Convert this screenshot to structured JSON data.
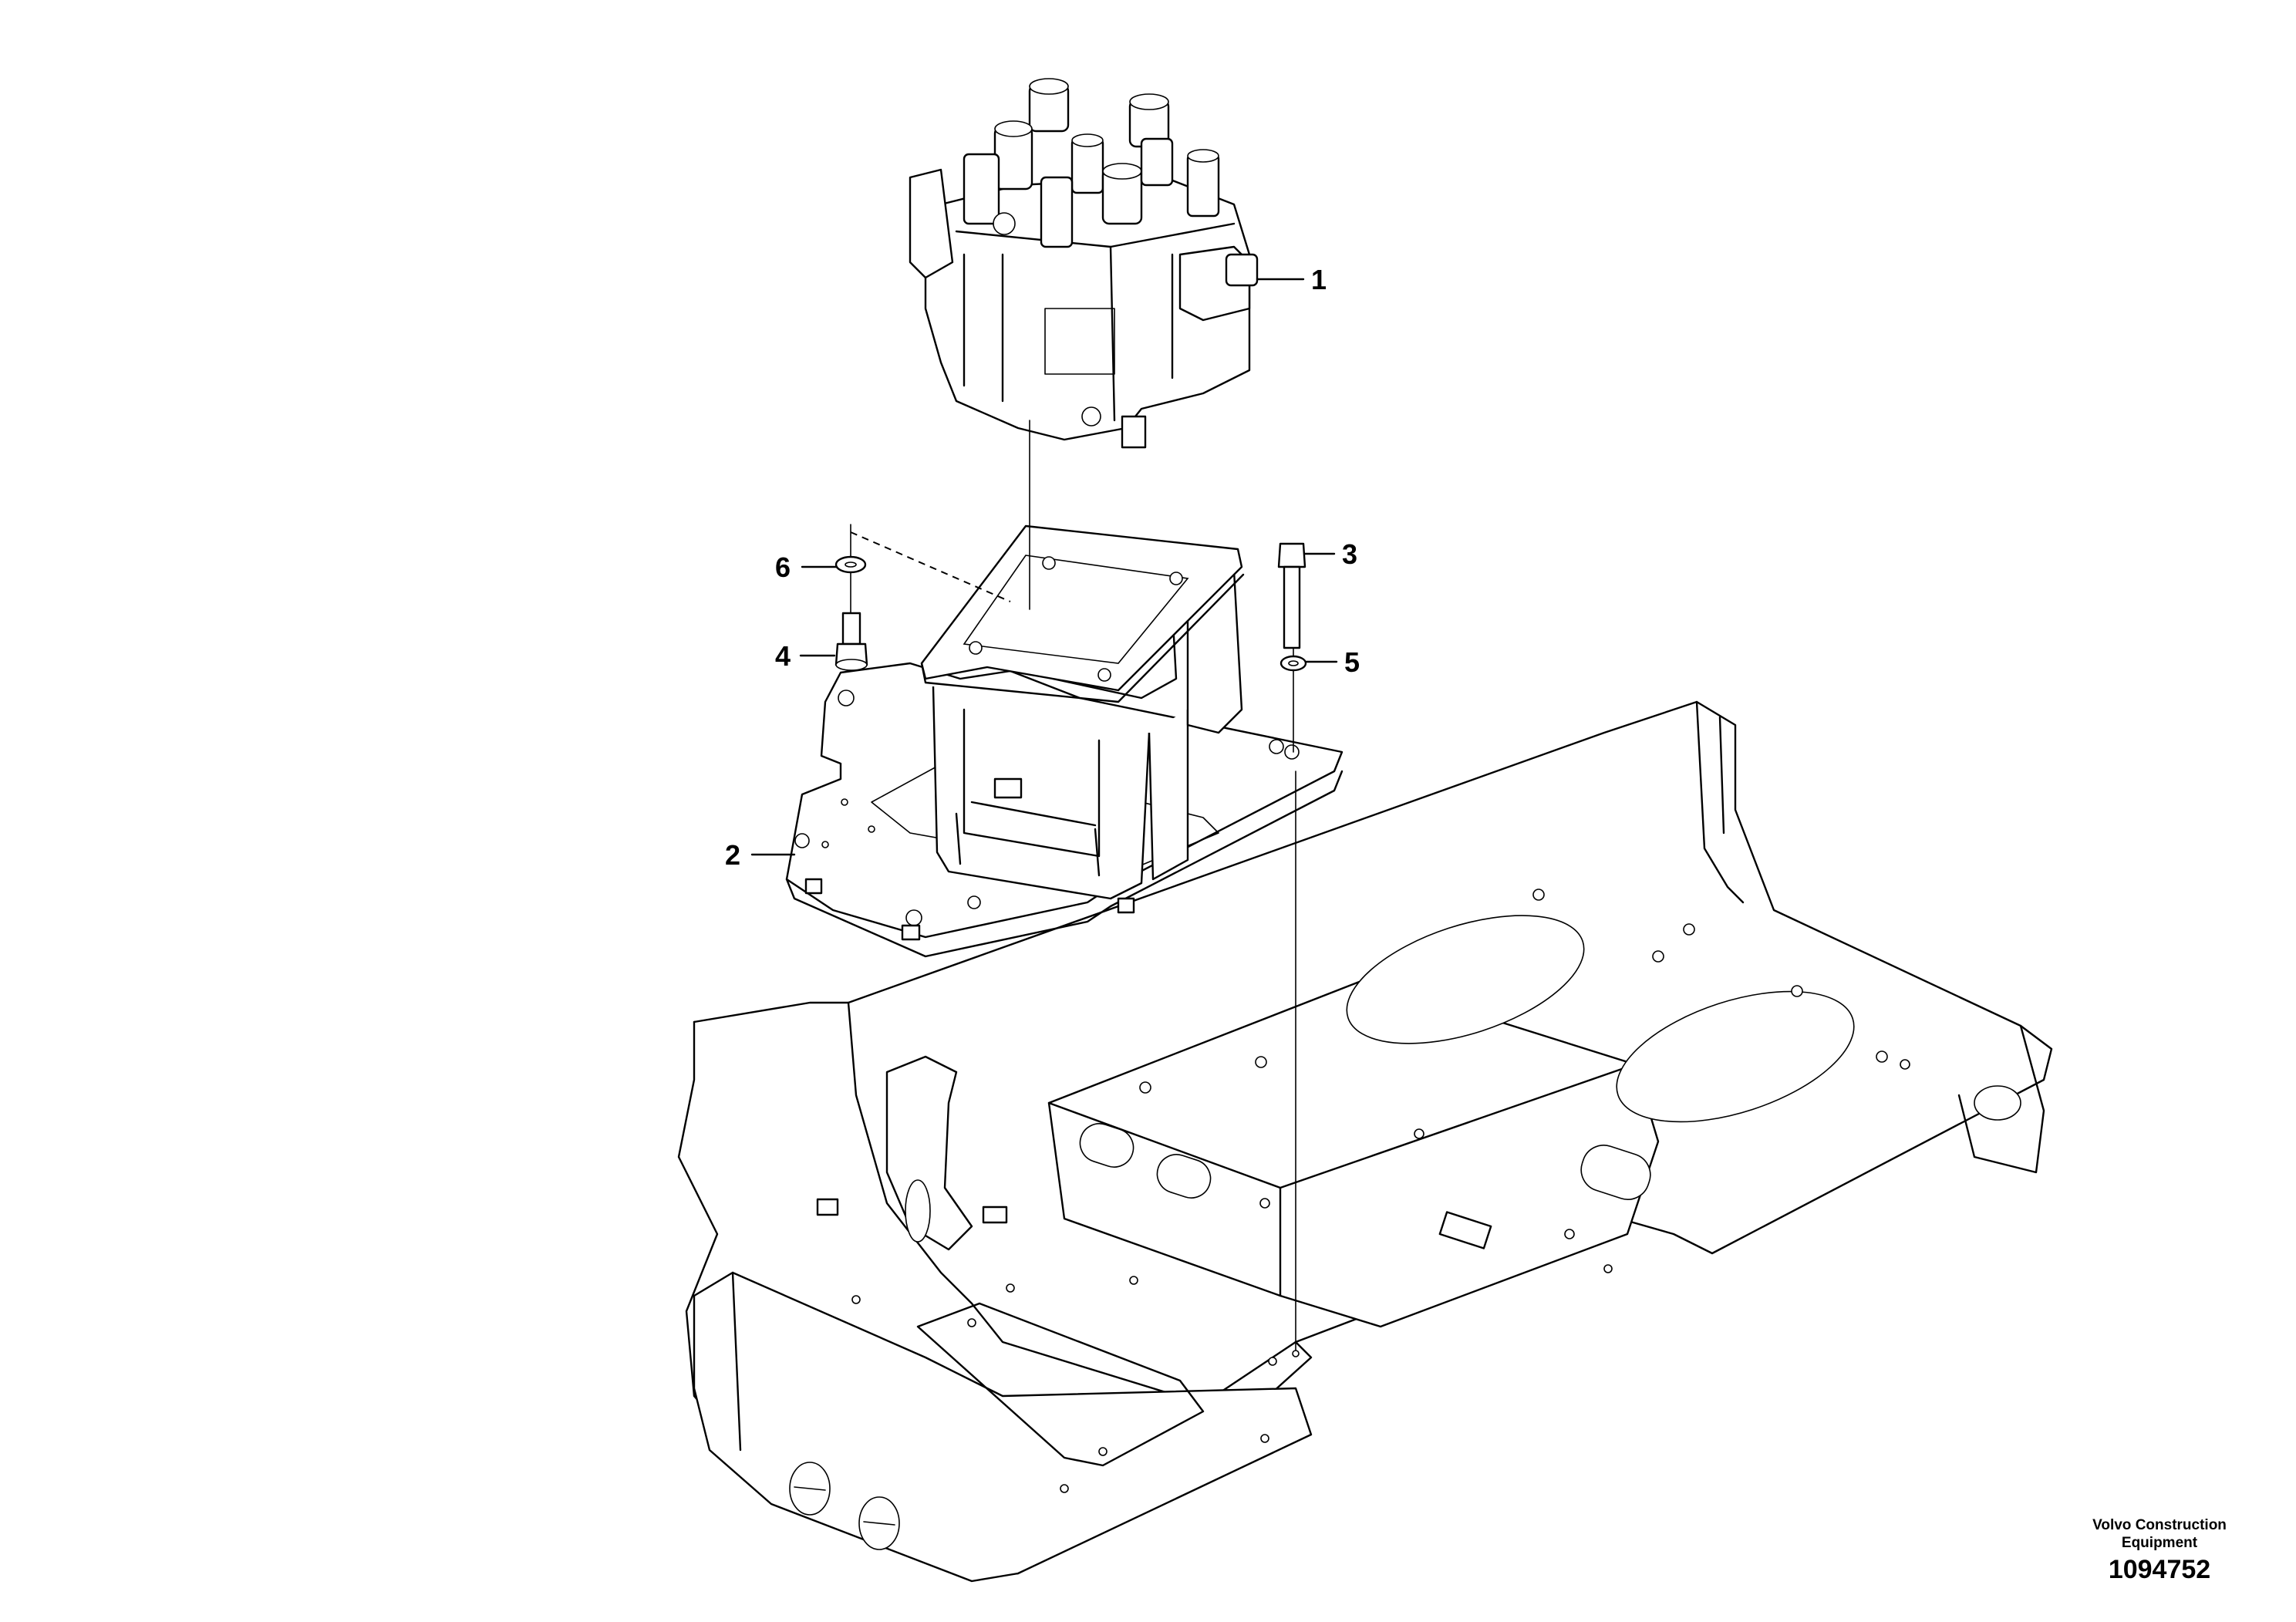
{
  "diagram": {
    "callouts": [
      {
        "id": "1",
        "label": "1"
      },
      {
        "id": "2",
        "label": "2"
      },
      {
        "id": "3",
        "label": "3"
      },
      {
        "id": "4",
        "label": "4"
      },
      {
        "id": "5",
        "label": "5"
      },
      {
        "id": "6",
        "label": "6"
      }
    ],
    "manufacturer_line1": "Volvo Construction",
    "manufacturer_line2": "Equipment",
    "drawing_number": "1094752"
  },
  "colors": {
    "line": "#000000",
    "background": "#ffffff"
  }
}
